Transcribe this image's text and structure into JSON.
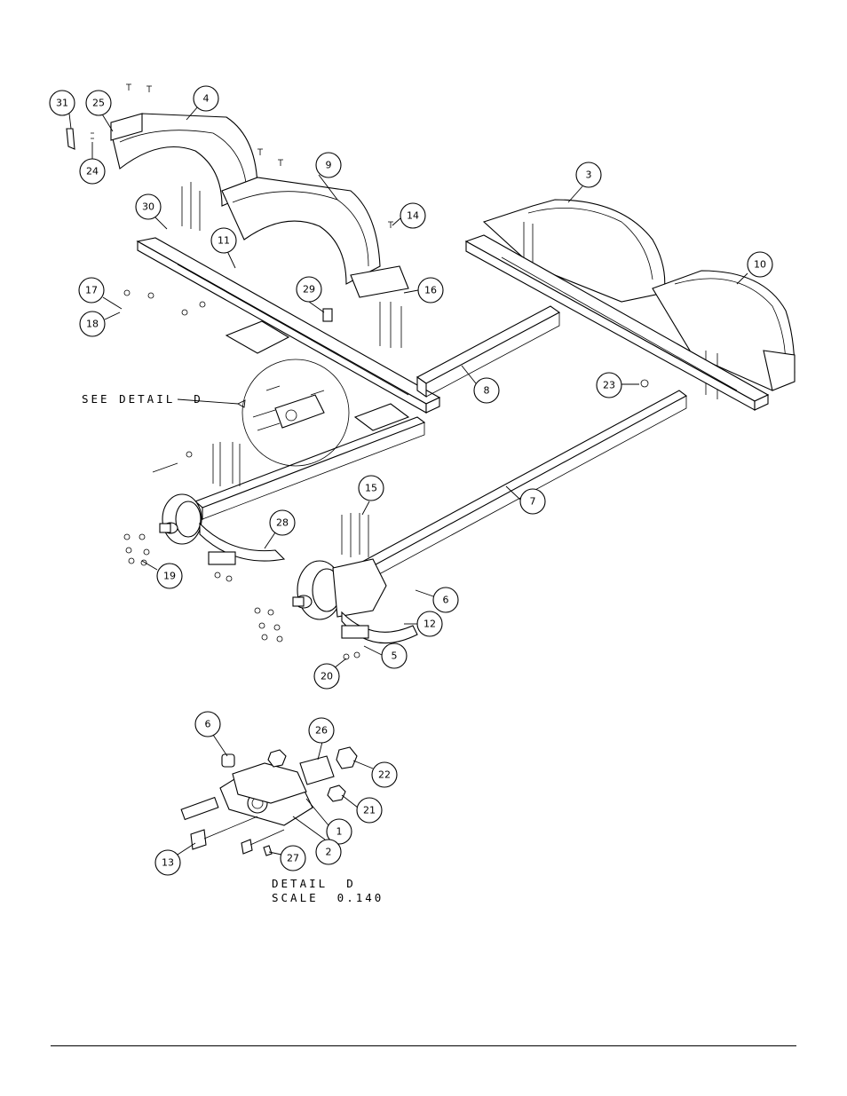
{
  "callouts": [
    {
      "id": "c31",
      "label": "31"
    },
    {
      "id": "c25",
      "label": "25"
    },
    {
      "id": "c4",
      "label": "4"
    },
    {
      "id": "c24",
      "label": "24"
    },
    {
      "id": "c9",
      "label": "9"
    },
    {
      "id": "c30",
      "label": "30"
    },
    {
      "id": "c11",
      "label": "11"
    },
    {
      "id": "c14",
      "label": "14"
    },
    {
      "id": "c3",
      "label": "3"
    },
    {
      "id": "c10",
      "label": "10"
    },
    {
      "id": "c17",
      "label": "17"
    },
    {
      "id": "c18",
      "label": "18"
    },
    {
      "id": "c29",
      "label": "29"
    },
    {
      "id": "c16",
      "label": "16"
    },
    {
      "id": "c8",
      "label": "8"
    },
    {
      "id": "c23",
      "label": "23"
    },
    {
      "id": "c15",
      "label": "15"
    },
    {
      "id": "c7",
      "label": "7"
    },
    {
      "id": "c28",
      "label": "28"
    },
    {
      "id": "c19",
      "label": "19"
    },
    {
      "id": "c6a",
      "label": "6"
    },
    {
      "id": "c12",
      "label": "12"
    },
    {
      "id": "c5",
      "label": "5"
    },
    {
      "id": "c20",
      "label": "20"
    },
    {
      "id": "c6b",
      "label": "6"
    },
    {
      "id": "c26",
      "label": "26"
    },
    {
      "id": "c22",
      "label": "22"
    },
    {
      "id": "c21",
      "label": "21"
    },
    {
      "id": "c1",
      "label": "1"
    },
    {
      "id": "c13",
      "label": "13"
    },
    {
      "id": "c27",
      "label": "27"
    },
    {
      "id": "c2",
      "label": "2"
    }
  ],
  "notes": {
    "see_detail": "SEE DETAIL  D",
    "detail_title": "DETAIL  D",
    "detail_scale": "SCALE  0.140"
  }
}
